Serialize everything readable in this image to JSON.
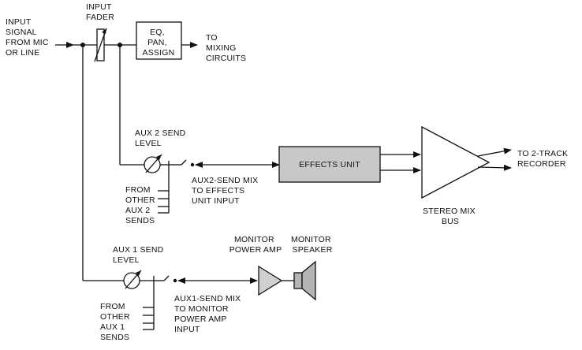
{
  "labels": {
    "input_signal": [
      "INPUT",
      "SIGNAL",
      "FROM MIC",
      "OR LINE"
    ],
    "input_fader": [
      "INPUT",
      "FADER"
    ],
    "eq_block": [
      "EQ,",
      "PAN,",
      "ASSIGN"
    ],
    "to_mixing": [
      "TO",
      "MIXING",
      "CIRCUITS"
    ],
    "aux2_send_level": [
      "AUX 2 SEND",
      "LEVEL"
    ],
    "aux2_from_other": [
      "FROM",
      "OTHER",
      "AUX 2",
      "SENDS"
    ],
    "aux2_send_mix": [
      "AUX2-SEND MIX",
      "TO EFFECTS",
      "UNIT INPUT"
    ],
    "effects_unit": "EFFECTS UNIT",
    "stereo_mix_bus": [
      "STEREO MIX",
      "BUS"
    ],
    "to_2track": [
      "TO 2-TRACK",
      "RECORDER"
    ],
    "aux1_send_level": [
      "AUX 1 SEND",
      "LEVEL"
    ],
    "monitor_power_amp": [
      "MONITOR",
      "POWER AMP"
    ],
    "monitor_speaker": [
      "MONITOR",
      "SPEAKER"
    ],
    "aux1_from_other": [
      "FROM",
      "OTHER",
      "AUX 1",
      "SENDS"
    ],
    "aux1_send_mix": [
      "AUX1-SEND MIX",
      "TO MONITOR",
      "POWER AMP",
      "INPUT"
    ]
  },
  "colors": {
    "line": "#111111",
    "effects_fill": "#c8c8c8",
    "amp_fill": "#d0d0d0",
    "speaker_fill": "#b4b4b4"
  }
}
